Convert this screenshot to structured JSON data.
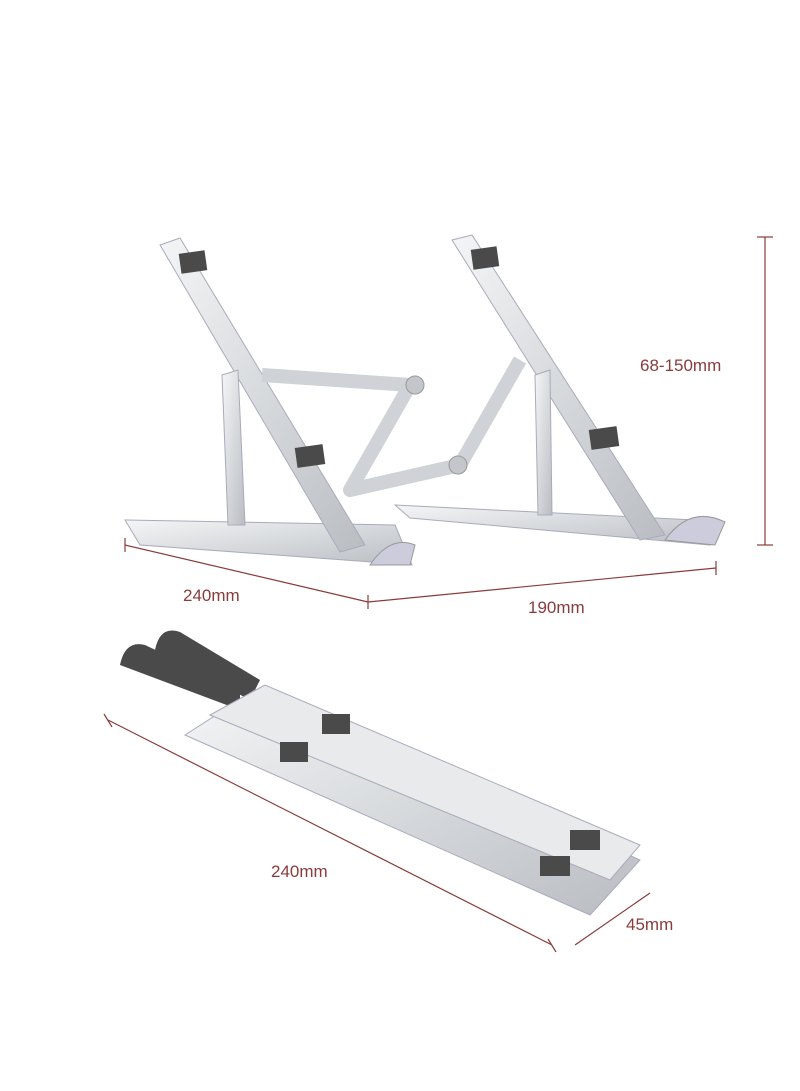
{
  "colors": {
    "dimension": "#8a3b3b",
    "metal": "#dfe1e4",
    "pad": "#4a4a4a"
  },
  "dimensions": {
    "height_range": "68-150mm",
    "open_width": "240mm",
    "open_depth": "190mm",
    "folded_length": "240mm",
    "folded_width": "45mm"
  }
}
